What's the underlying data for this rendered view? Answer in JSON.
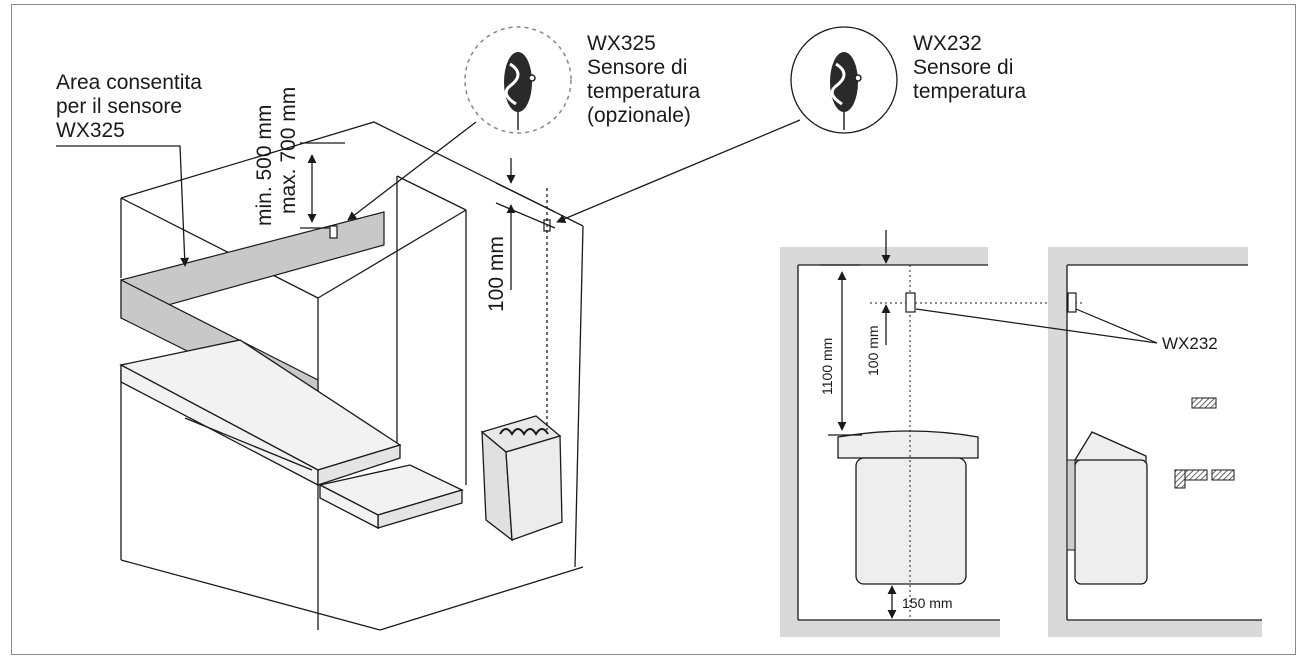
{
  "labels": {
    "area_line1": "Area consentita",
    "area_line2": "per il sensore",
    "area_line3": "WX325",
    "min_500": "min. 500 mm",
    "max_700": "max. 700 mm",
    "wx325_line1": "WX325",
    "wx325_line2": "Sensore di",
    "wx325_line3": "temperatura",
    "wx325_line4": "(opzionale)",
    "wx232_line1": "WX232",
    "wx232_line2": "Sensore di",
    "wx232_line3": "temperatura",
    "dim_100_left": "100 mm",
    "dim_1100": "1100 mm",
    "dim_100_right": "100 mm",
    "dim_150": "150 mm",
    "wx232_side": "WX232"
  },
  "colors": {
    "line": "#1a1a1a",
    "wall": "#d9d9d9",
    "shade": "#c8c8c8",
    "heater": "#eeeeee",
    "frame": "#8a8a8a"
  }
}
